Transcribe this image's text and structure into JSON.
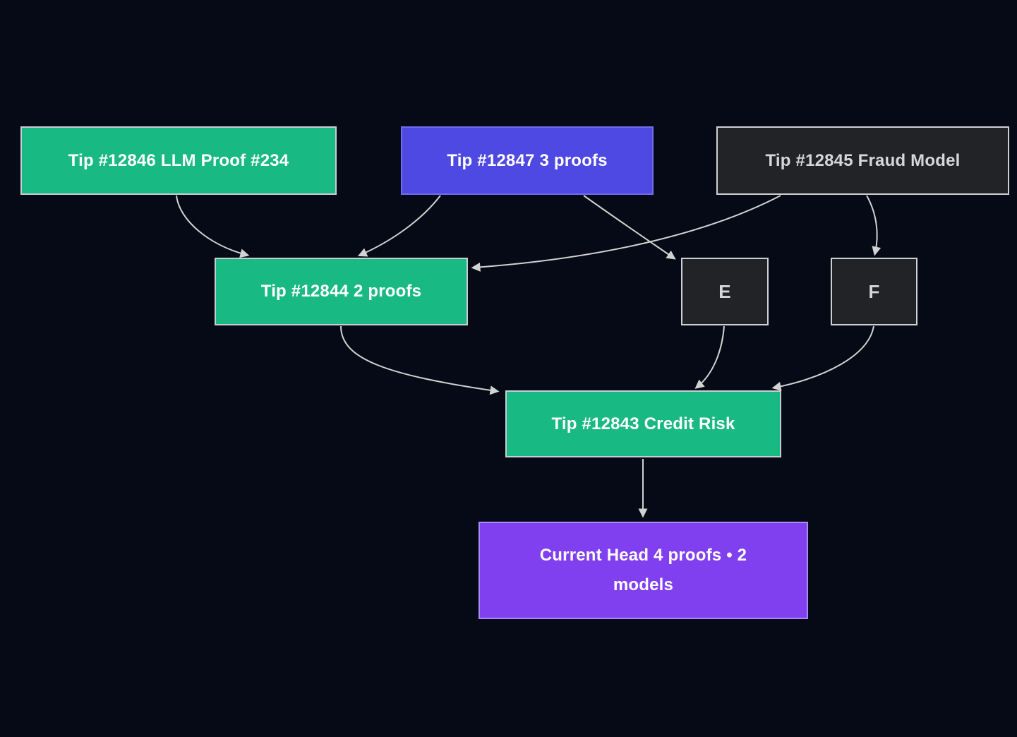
{
  "diagram": {
    "type": "dag",
    "background_color": "#060a16",
    "edge_color": "#d2d2d2",
    "nodes": {
      "tip12846": {
        "label": "Tip #12846 LLM Proof #234",
        "fill": "#19b983",
        "text_color": "#ffffff"
      },
      "tip12847": {
        "label": "Tip #12847 3 proofs",
        "fill": "#4d49e2",
        "text_color": "#ffffff"
      },
      "tip12845": {
        "label": "Tip #12845 Fraud Model",
        "fill": "#222327",
        "text_color": "#d6d7d9"
      },
      "tip12844": {
        "label": "Tip #12844 2 proofs",
        "fill": "#19b983",
        "text_color": "#ffffff"
      },
      "node_e": {
        "label": "E",
        "fill": "#222327",
        "text_color": "#d6d7d9"
      },
      "node_f": {
        "label": "F",
        "fill": "#222327",
        "text_color": "#d6d7d9"
      },
      "tip12843": {
        "label": "Tip #12843 Credit Risk",
        "fill": "#19b983",
        "text_color": "#ffffff"
      },
      "current_head": {
        "label": "Current Head 4 proofs • 2 models",
        "fill": "#8140ef",
        "text_color": "#ffffff"
      }
    },
    "edges": [
      {
        "from": "tip12846",
        "to": "tip12844"
      },
      {
        "from": "tip12847",
        "to": "tip12844"
      },
      {
        "from": "tip12845",
        "to": "tip12844"
      },
      {
        "from": "tip12847",
        "to": "node_e"
      },
      {
        "from": "tip12845",
        "to": "node_f"
      },
      {
        "from": "tip12844",
        "to": "tip12843"
      },
      {
        "from": "node_e",
        "to": "tip12843"
      },
      {
        "from": "node_f",
        "to": "tip12843"
      },
      {
        "from": "tip12843",
        "to": "current_head"
      }
    ]
  }
}
